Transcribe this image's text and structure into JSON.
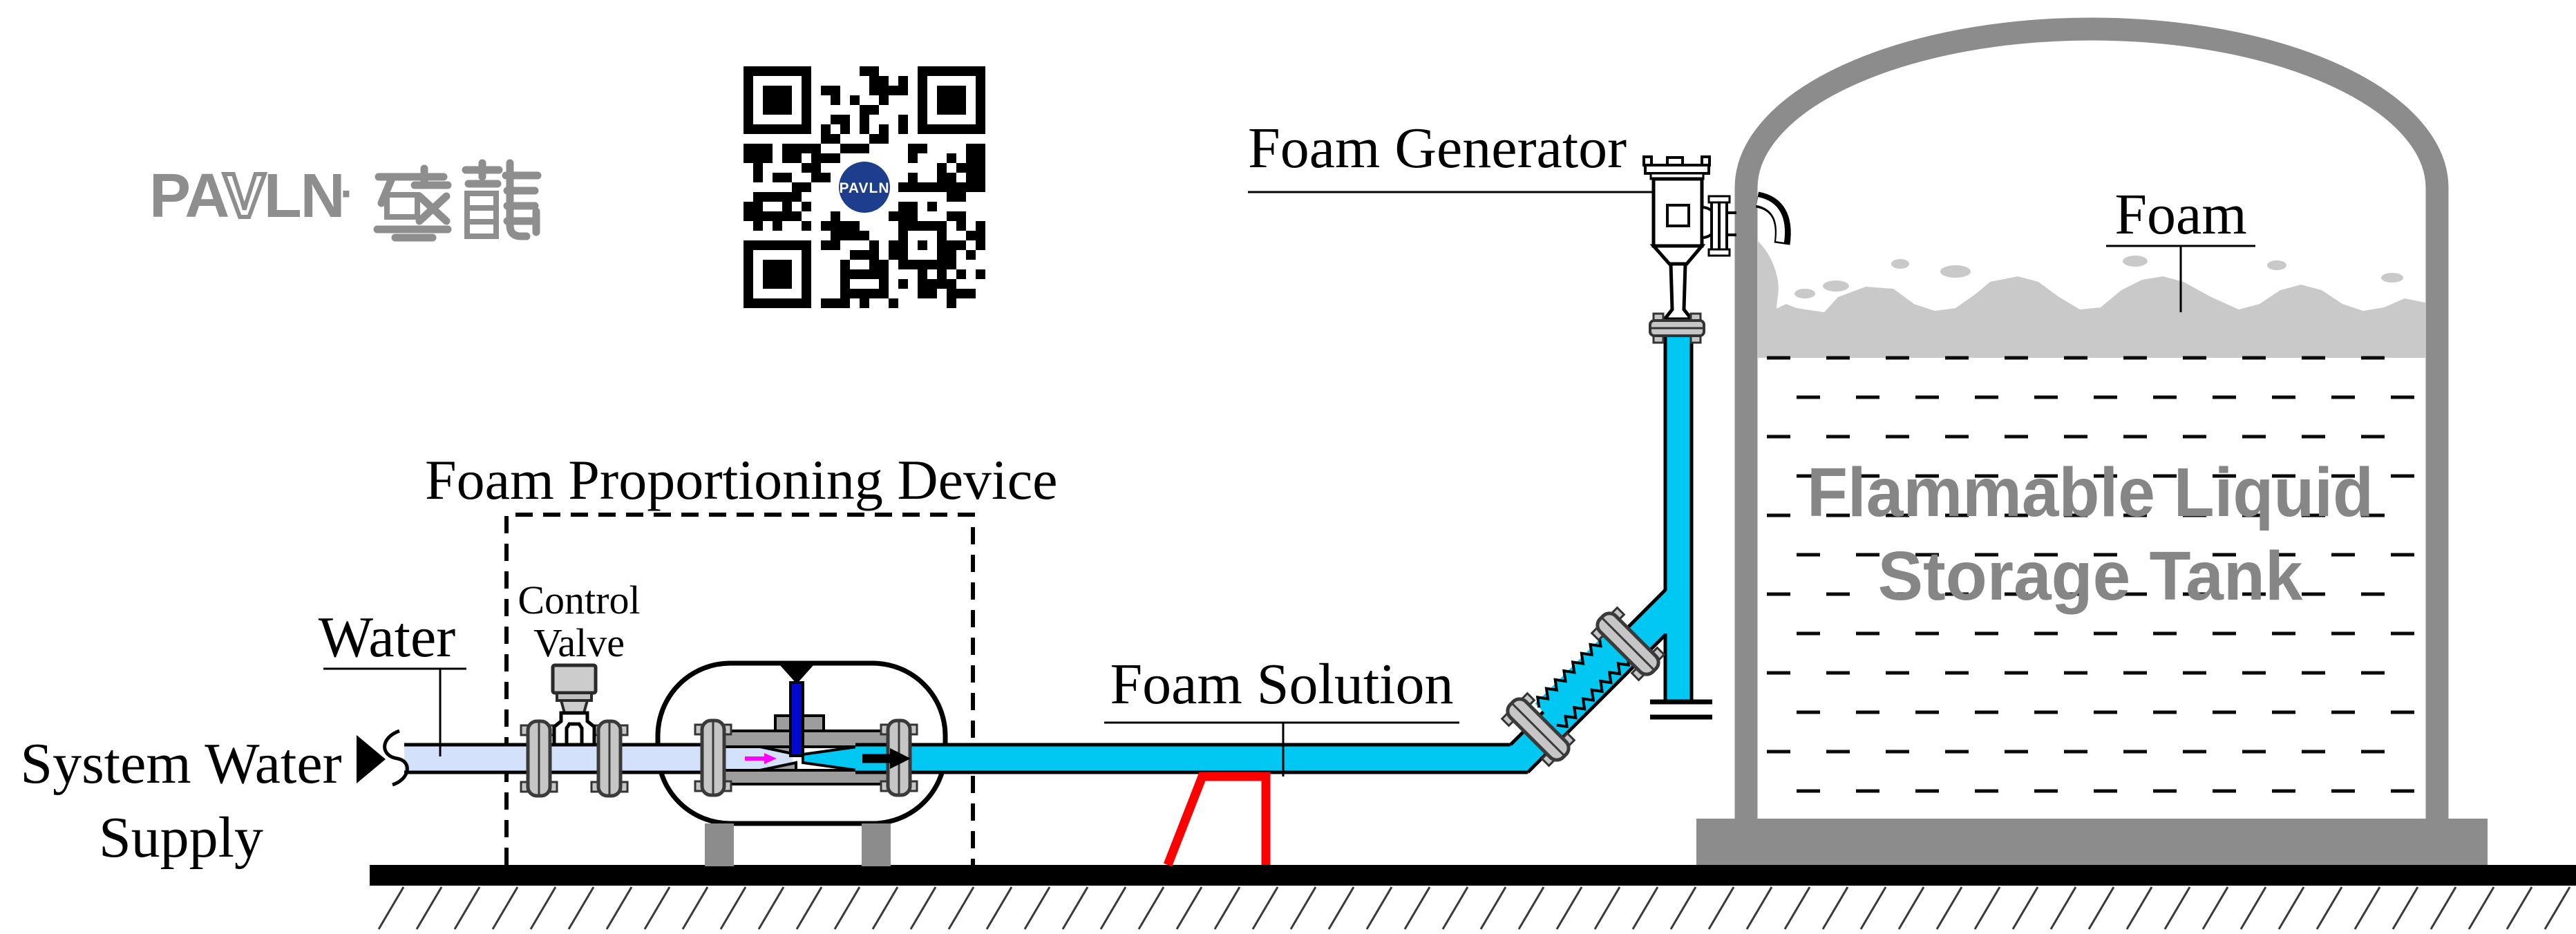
{
  "page": {
    "background": "#ffffff"
  },
  "logo": {
    "part1": "PA",
    "part2": "V",
    "part3": "LN",
    "separator": "·",
    "cjk": "磐龍",
    "color": "#8e8e8e"
  },
  "qr": {
    "center_label": "PAVLN",
    "center_color": "#1d3d8d"
  },
  "labels": {
    "foam_generator": "Foam Generator",
    "foam": "Foam",
    "proportioning_title": "Foam Proportioning Device",
    "control_line1": "Control",
    "control_line2": "Valve",
    "water": "Water",
    "supply_line1": "System Water",
    "supply_line2": "Supply",
    "foam_solution": "Foam Solution",
    "tank_line1": "Flammable Liquid",
    "tank_line2": "Storage Tank"
  },
  "colors": {
    "water": "#d3e1fa",
    "foam_solution": "#00c8f2",
    "foam_concentrate": "#0009cc",
    "foam": "#c9c9c9",
    "tank": "#8c8c8c",
    "metal": "#c6c6c6",
    "support": "#ff0000",
    "magenta": "#ff00ff",
    "tank_text": "#868686"
  }
}
